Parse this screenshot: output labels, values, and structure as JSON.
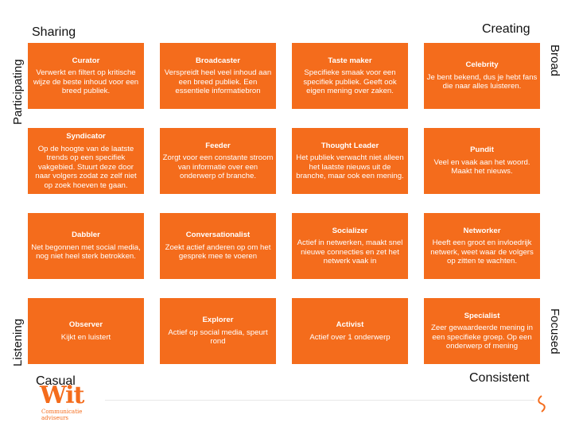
{
  "axes": {
    "top_left": "Sharing",
    "top_right": "Creating",
    "bottom_left": "Casual",
    "bottom_right": "Consistent",
    "left_top": "Participating",
    "left_bottom": "Listening",
    "right_top": "Broad",
    "right_bottom": "Focused"
  },
  "tiles": [
    {
      "title": "Curator",
      "text": "Verwerkt en filtert op kritische wijze de beste inhoud voor een breed publiek."
    },
    {
      "title": "Broadcaster",
      "text": "Verspreidt heel veel inhoud aan een breed publiek. Een essentiele informatiebron"
    },
    {
      "title": "Taste maker",
      "text": "Specifieke smaak voor een specifiek publiek. Geeft ook eigen mening over zaken."
    },
    {
      "title": "Celebrity",
      "text": "Je bent bekend, dus je hebt fans die naar alles luisteren."
    },
    {
      "title": "Syndicator",
      "text": "Op de hoogte van de laatste trends op een specifiek vakgebied. Stuurt deze door naar volgers zodat ze zelf niet op zoek hoeven te gaan."
    },
    {
      "title": "Feeder",
      "text": "Zorgt voor een constante stroom van informatie over een onderwerp of branche."
    },
    {
      "title": "Thought Leader",
      "text": "Het publiek verwacht niet alleen het laatste nieuws uit de branche, maar ook een mening."
    },
    {
      "title": "Pundit",
      "text": "Veel en vaak aan het woord. Maakt het nieuws."
    },
    {
      "title": "Dabbler",
      "text": "Net begonnen met social media, nog niet heel sterk betrokken."
    },
    {
      "title": "Conversationalist",
      "text": "Zoekt actief anderen op om het gesprek mee te voeren"
    },
    {
      "title": "Socializer",
      "text": "Actief in netwerken, maakt snel nieuwe connecties en zet het netwerk vaak in"
    },
    {
      "title": "Networker",
      "text": "Heeft een groot en invloedrijk netwerk, weet waar de volgers op zitten te wachten."
    },
    {
      "title": "Observer",
      "text": "Kijkt en luistert"
    },
    {
      "title": "Explorer",
      "text": "Actief op social media, speurt rond"
    },
    {
      "title": "Activist",
      "text": "Actief over 1 onderwerp"
    },
    {
      "title": "Specialist",
      "text": "Zeer gewaardeerde mening in een specifieke groep. Op een onderwerp of mening"
    }
  ],
  "logo": {
    "name": "Wit",
    "subtitle_line1": "Communicatie",
    "subtitle_line2": "adviseurs"
  },
  "colors": {
    "tile": "#f46c1c",
    "logo": "#f46c1c"
  }
}
